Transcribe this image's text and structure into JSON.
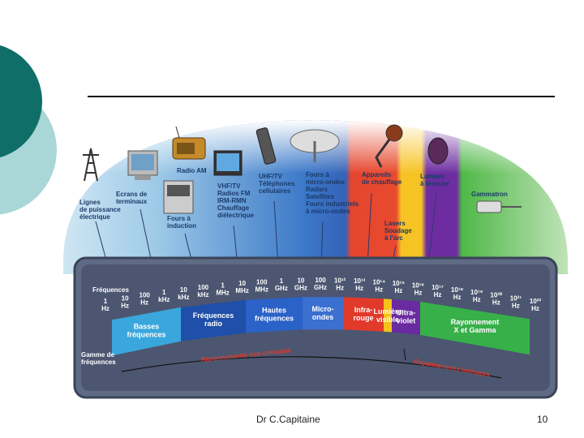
{
  "slide": {
    "footer_author": "Dr C.Capitaine",
    "page_number": "10"
  },
  "diagram": {
    "sources": [
      {
        "id": "power-lines",
        "lines": [
          "Lignes",
          "de puissance",
          "électrique"
        ]
      },
      {
        "id": "screens",
        "lines": [
          "Ecrans de",
          "terminaux"
        ]
      },
      {
        "id": "radio-am",
        "lines": [
          "Radio AM"
        ]
      },
      {
        "id": "induction",
        "lines": [
          "Fours à",
          "induction"
        ]
      },
      {
        "id": "vhf",
        "lines": [
          "VHF/TV",
          "Radios FM",
          "IRM-RMN",
          "Chauffage",
          "diélectrique"
        ]
      },
      {
        "id": "uhf",
        "lines": [
          "UHF/TV",
          "Téléphones",
          "cellulaires"
        ]
      },
      {
        "id": "microwave",
        "lines": [
          "Fours à",
          "micro-ondes",
          "Radars",
          "Satellites",
          "Fours industriels",
          "à micro-ondes"
        ]
      },
      {
        "id": "heating",
        "lines": [
          "Appareils",
          "de chauffage"
        ]
      },
      {
        "id": "lasers",
        "lines": [
          "Lasers",
          "Soudage",
          "à l'arc"
        ]
      },
      {
        "id": "tanning",
        "lines": [
          "Lampes",
          "à bronzer"
        ]
      },
      {
        "id": "gammatron",
        "lines": [
          "Gammatron"
        ]
      }
    ],
    "panel": {
      "title": "Fréquences",
      "range_label": [
        "Gamme de",
        "fréquences"
      ],
      "frequencies": [
        {
          "top": "1",
          "bottom": "Hz"
        },
        {
          "top": "10",
          "bottom": "Hz"
        },
        {
          "top": "100",
          "bottom": "Hz"
        },
        {
          "top": "1",
          "bottom": "kHz"
        },
        {
          "top": "10",
          "bottom": "kHz"
        },
        {
          "top": "100",
          "bottom": "kHz"
        },
        {
          "top": "1",
          "bottom": "MHz"
        },
        {
          "top": "10",
          "bottom": "MHz"
        },
        {
          "top": "100",
          "bottom": "MHz"
        },
        {
          "top": "1",
          "bottom": "GHz"
        },
        {
          "top": "10",
          "bottom": "GHz"
        },
        {
          "top": "100",
          "bottom": "GHz"
        },
        {
          "top": "10¹²",
          "bottom": "Hz"
        },
        {
          "top": "10¹³",
          "bottom": "Hz"
        },
        {
          "top": "10¹⁴",
          "bottom": "Hz"
        },
        {
          "top": "10¹⁵",
          "bottom": "Hz"
        },
        {
          "top": "10¹⁶",
          "bottom": "Hz"
        },
        {
          "top": "10¹⁷",
          "bottom": "Hz"
        },
        {
          "top": "10¹⁸",
          "bottom": "Hz"
        },
        {
          "top": "10¹⁹",
          "bottom": "Hz"
        },
        {
          "top": "10²⁰",
          "bottom": "Hz"
        },
        {
          "top": "10²¹",
          "bottom": "Hz"
        },
        {
          "top": "10²²",
          "bottom": "Hz"
        }
      ],
      "bands": [
        {
          "id": "low",
          "lines": [
            "Basses",
            "fréquences"
          ],
          "color": "#3aa7dc"
        },
        {
          "id": "radio",
          "lines": [
            "Fréquences",
            "radio"
          ],
          "color": "#1f4fa8"
        },
        {
          "id": "high",
          "lines": [
            "Hautes",
            "fréquences"
          ],
          "color": "#2a62c8"
        },
        {
          "id": "micro",
          "lines": [
            "Micro-",
            "ondes"
          ],
          "color": "#3b6fd0"
        },
        {
          "id": "ir",
          "lines": [
            "Infra-",
            "rouge"
          ],
          "color": "#e23a2a"
        },
        {
          "id": "visible",
          "lines": [
            "Lumière",
            "visible"
          ],
          "color": "#f4c21a"
        },
        {
          "id": "uv",
          "lines": [
            "Ultra-",
            "violet"
          ],
          "color": "#6a2aa0"
        },
        {
          "id": "xgamma",
          "lines": [
            "Rayonnement",
            "X et Gamma"
          ],
          "color": "#37b04a"
        }
      ],
      "non_ionizing": "Rayonnements non ionisants",
      "ionizing": "Rayonnements ionisants"
    }
  }
}
